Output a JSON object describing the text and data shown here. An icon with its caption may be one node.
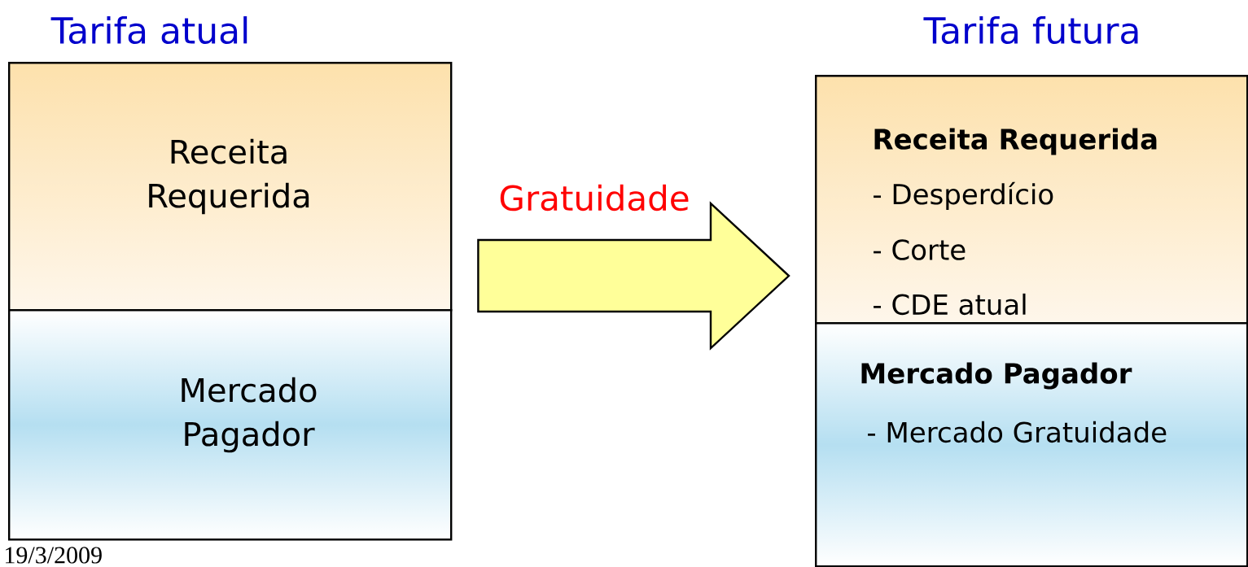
{
  "diagram": {
    "nodes": [
      {
        "text": [
          "Receita Requerida"
        ]
      },
      {
        "text": [
          "Mercado Pagador"
        ]
      },
      {
        "text": [
          "Receita Requerida",
          "- Desperdício",
          "- Corte",
          "- CDE atual"
        ]
      },
      {
        "text": [
          "Mercado Pagador",
          "- Mercado Gratuidade"
        ]
      }
    ],
    "edges": [
      {
        "from": 0,
        "to": 2,
        "arrow": "to",
        "label": "Gratuidade"
      }
    ],
    "labels": [
      "Tarifa atual",
      "Tarifa futura",
      "19/3/2009"
    ]
  }
}
